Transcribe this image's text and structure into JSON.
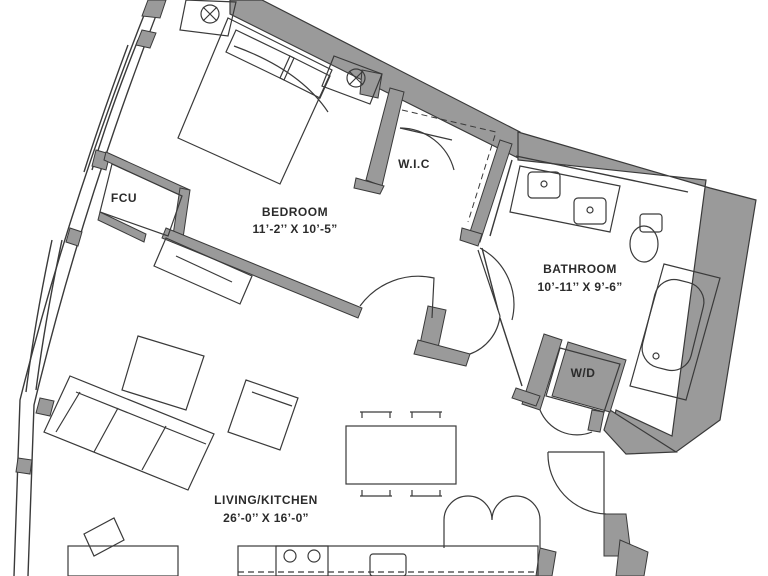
{
  "rooms": {
    "bedroom": {
      "name": "BEDROOM",
      "dims": "11’-2’’ X 10’-5”"
    },
    "wic": {
      "name": "W.I.C"
    },
    "fcu": {
      "name": "FCU"
    },
    "bathroom": {
      "name": "BATHROOM",
      "dims": "10’-11’’ X 9’-6”"
    },
    "wd": {
      "name": "W/D"
    },
    "living": {
      "name": "LIVING/KITCHEN",
      "dims": "26’-0’’ X 16’-0”"
    }
  },
  "colors": {
    "wall": "#9a9a9a",
    "line": "#3a3a3a",
    "background": "#ffffff"
  }
}
